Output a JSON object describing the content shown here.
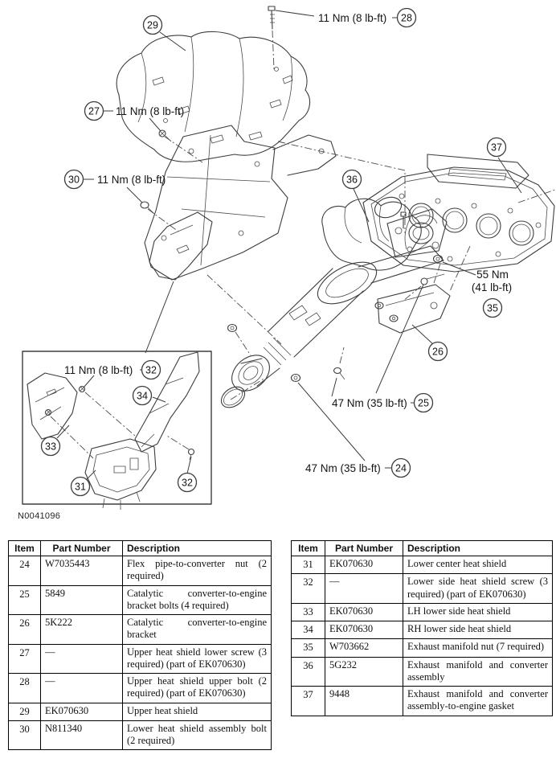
{
  "figure": {
    "id": "N0041096",
    "torque": {
      "t24": "47 Nm (35 lb-ft)",
      "t25": "47 Nm (35 lb-ft)",
      "t27": "11 Nm (8 lb-ft)",
      "t28": "11 Nm (8 lb-ft)",
      "t30": "11 Nm (8 lb-ft)",
      "t32": "11 Nm (8 lb-ft)",
      "t35_line1": "55 Nm",
      "t35_line2": "(41 lb-ft)"
    },
    "callouts": {
      "c24": "24",
      "c25": "25",
      "c26": "26",
      "c27": "27",
      "c28": "28",
      "c29": "29",
      "c30": "30",
      "c31": "31",
      "c32": "32",
      "c33": "33",
      "c34": "34",
      "c35": "35",
      "c36": "36",
      "c37": "37"
    }
  },
  "tables": {
    "left": {
      "headers": [
        "Item",
        "Part Number",
        "Description"
      ],
      "rows": [
        [
          "24",
          "W7035443",
          "Flex pipe-to-converter nut (2 required)"
        ],
        [
          "25",
          "5849",
          "Catalytic converter-to-engine bracket bolts (4 required)"
        ],
        [
          "26",
          "5K222",
          "Catalytic converter-to-engine bracket"
        ],
        [
          "27",
          "—",
          "Upper heat shield lower screw (3 required) (part of EK070630)"
        ],
        [
          "28",
          "—",
          "Upper heat shield upper bolt (2 required) (part of EK070630)"
        ],
        [
          "29",
          "EK070630",
          "Upper heat shield"
        ],
        [
          "30",
          "N811340",
          "Lower heat shield assembly bolt (2 required)"
        ]
      ]
    },
    "right": {
      "headers": [
        "Item",
        "Part Number",
        "Description"
      ],
      "rows": [
        [
          "31",
          "EK070630",
          "Lower center heat shield"
        ],
        [
          "32",
          "—",
          "Lower side heat shield screw (3 required) (part of EK070630)"
        ],
        [
          "33",
          "EK070630",
          "LH lower side heat shield"
        ],
        [
          "34",
          "EK070630",
          "RH lower side heat shield"
        ],
        [
          "35",
          "W703662",
          "Exhaust manifold nut (7 required)"
        ],
        [
          "36",
          "5G232",
          "Exhaust manifold and converter assembly"
        ],
        [
          "37",
          "9448",
          "Exhaust manifold and converter assembly-to-engine gasket"
        ]
      ]
    }
  }
}
